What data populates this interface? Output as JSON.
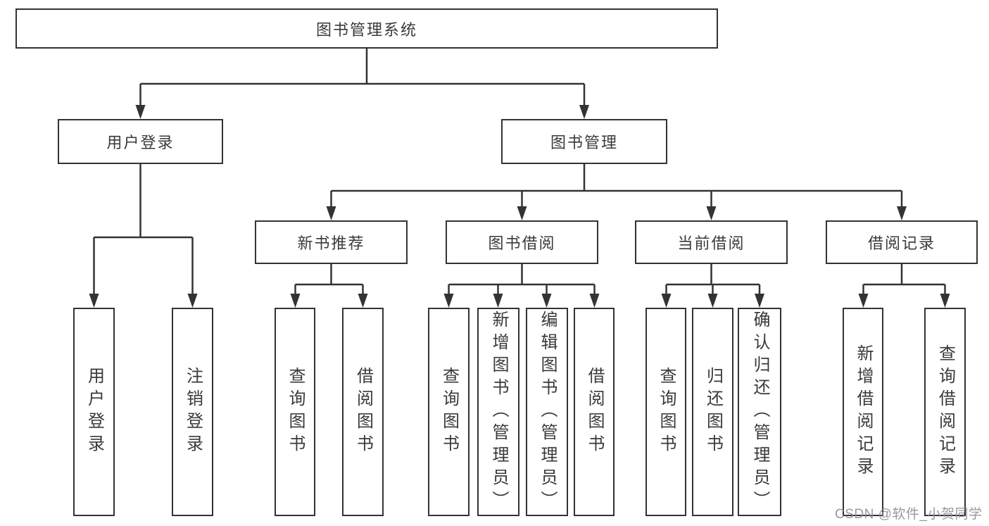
{
  "colors": {
    "line": "#333333",
    "text": "#3a3a3a",
    "box_bg": "#ffffff",
    "canvas_bg": "#ffffff",
    "watermark": "#8f8f8f"
  },
  "watermark": {
    "text": "CSDN @软件_小贺同学"
  },
  "tree": {
    "root": {
      "label": "图书管理系统",
      "children": [
        {
          "label": "用户登录",
          "children": [
            {
              "label": "用户登录"
            },
            {
              "label": "注销登录"
            }
          ]
        },
        {
          "label": "图书管理",
          "children": [
            {
              "label": "新书推荐",
              "children": [
                {
                  "label": "查询图书"
                },
                {
                  "label": "借阅图书"
                }
              ]
            },
            {
              "label": "图书借阅",
              "children": [
                {
                  "label": "查询图书"
                },
                {
                  "label": "新增图书（管理员）"
                },
                {
                  "label": "编辑图书（管理员）"
                },
                {
                  "label": "借阅图书"
                }
              ]
            },
            {
              "label": "当前借阅",
              "children": [
                {
                  "label": "查询图书"
                },
                {
                  "label": "归还图书"
                },
                {
                  "label": "确认归还（管理员）"
                }
              ]
            },
            {
              "label": "借阅记录",
              "children": [
                {
                  "label": "新增借阅记录"
                },
                {
                  "label": "查询借阅记录"
                }
              ]
            }
          ]
        }
      ]
    }
  }
}
